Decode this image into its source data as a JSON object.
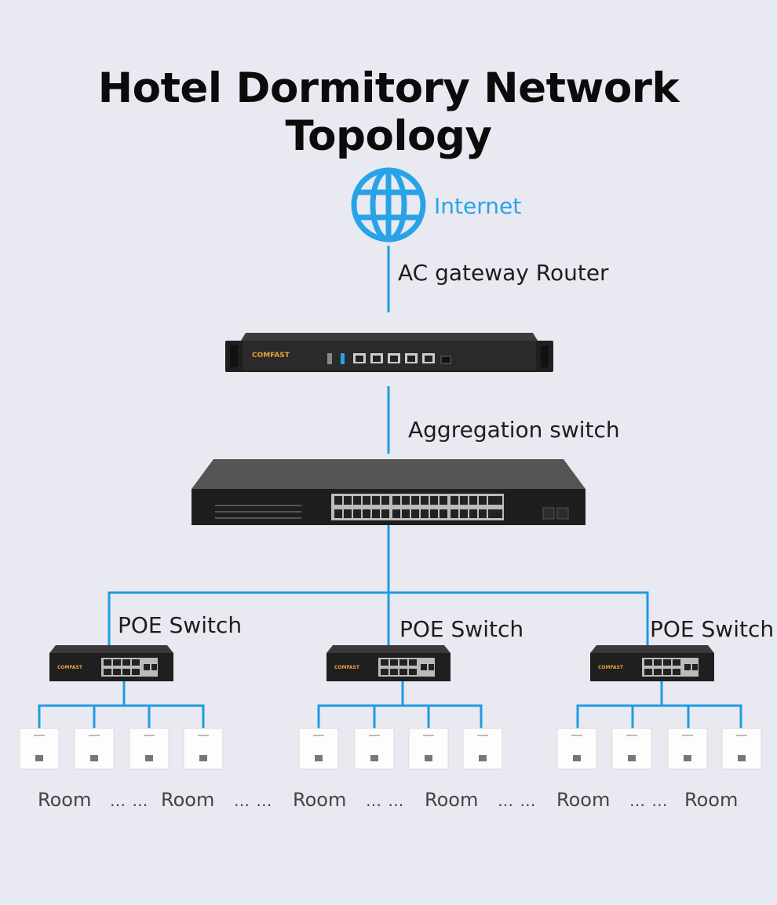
{
  "title": "Hotel Dormitory Network Topology",
  "internet": {
    "label": "Internet",
    "icon": "globe-icon"
  },
  "router": {
    "label": "AC gateway Router",
    "brand": "COMFAST"
  },
  "aggregation": {
    "label": "Aggregation switch"
  },
  "poe_switches": [
    {
      "label": "POE Switch",
      "brand": "COMFAST"
    },
    {
      "label": "POE Switch",
      "brand": "COMFAST"
    },
    {
      "label": "POE Switch",
      "brand": "COMFAST"
    }
  ],
  "rooms": [
    {
      "room1": "Room",
      "dots1": "… …",
      "room2": "Room",
      "dots2": "… …"
    },
    {
      "room1": "Room",
      "dots1": "… …",
      "room2": "Room",
      "dots2": "… …"
    },
    {
      "room1": "Room",
      "dots1": "… …",
      "room2": "Room"
    }
  ],
  "colors": {
    "link": "#1e9be3",
    "background": "#e9e9f1",
    "accent": "#29a3e8"
  }
}
